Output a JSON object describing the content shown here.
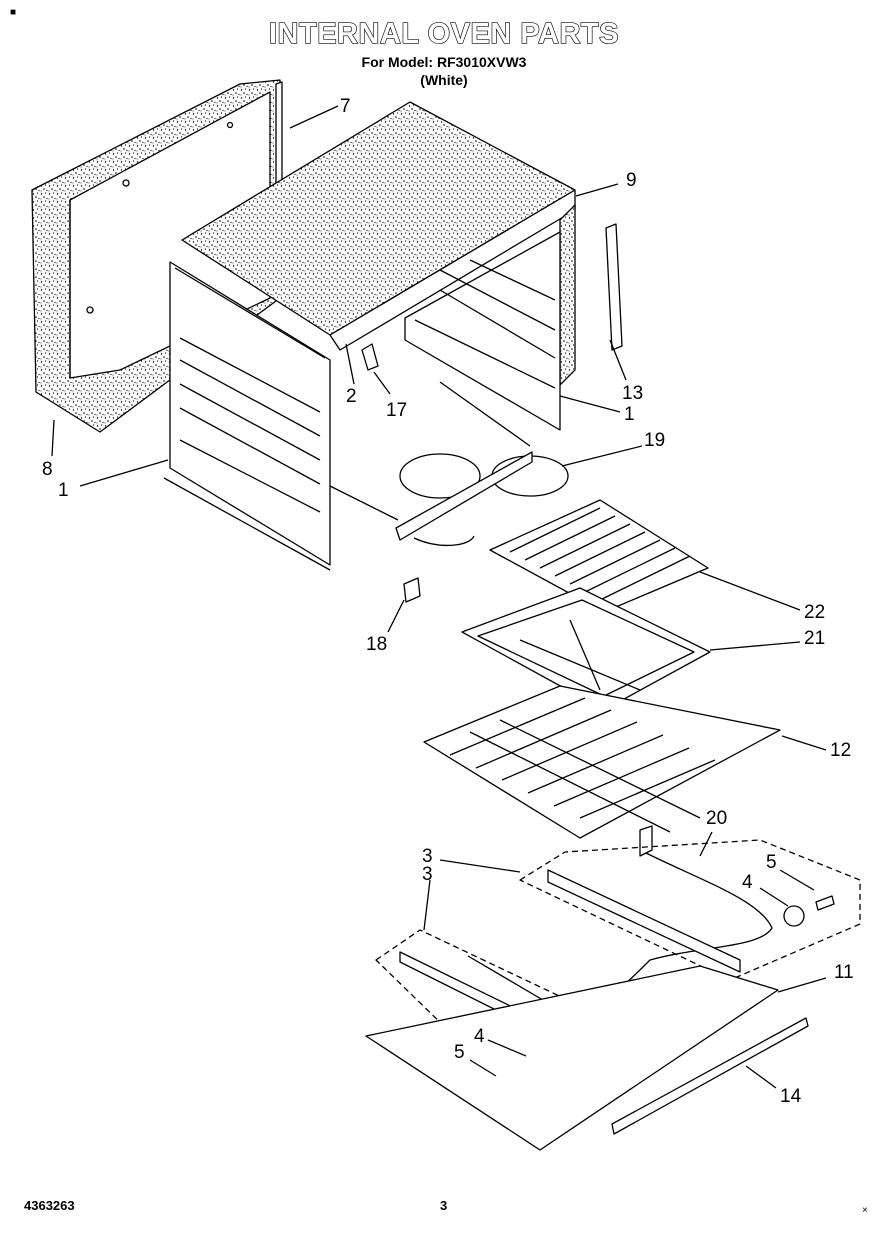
{
  "header": {
    "title": "INTERNAL OVEN PARTS",
    "model_line": "For Model: RF3010XVW3",
    "color_line": "(White)"
  },
  "footer": {
    "doc_number": "4363263",
    "page_number": "3"
  },
  "corner_marks": {
    "top_left": "■",
    "bottom_right": "×"
  },
  "callouts": [
    "7",
    "9",
    "13",
    "8",
    "1",
    "2",
    "17",
    "1",
    "19",
    "18",
    "22",
    "21",
    "12",
    "20",
    "3",
    "5",
    "4",
    "3",
    "11",
    "4",
    "5",
    "14"
  ]
}
